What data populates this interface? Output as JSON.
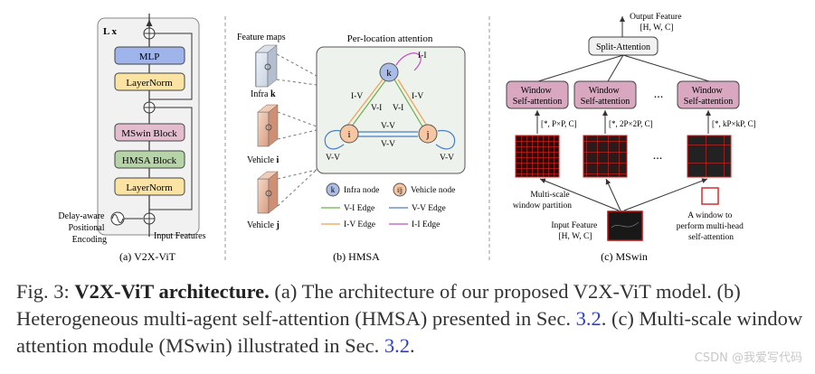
{
  "panel_a": {
    "repeat_label": "L x",
    "blocks": [
      "MLP",
      "LayerNorm",
      "MSwin Block",
      "HMSA Block",
      "LayerNorm"
    ],
    "pos_enc_label": [
      "Delay-aware",
      "Positional",
      "Encoding"
    ],
    "input_label": "Input Features",
    "caption": "(a) V2X-ViT"
  },
  "panel_b": {
    "feature_maps_label": "Feature maps",
    "infra_label": "Infra",
    "infra_var": "k",
    "vehicle_label": "Vehicle",
    "vehicle_i_var": "i",
    "vehicle_j_var": "j",
    "attention_title": "Per-location attention",
    "node_k": "k",
    "node_i": "i",
    "node_j": "j",
    "edge_ii": "I-I",
    "edge_iv_left": "I-V",
    "edge_iv_right": "I-V",
    "edge_vi_left": "V-I",
    "edge_vi_right": "V-I",
    "edge_vv_top": "V-V",
    "edge_vv_bottom": "V-V",
    "edge_vv_left": "V-V",
    "edge_vv_right": "V-V",
    "legend": {
      "infra_node_symbol": "k",
      "infra_node": "Infra node",
      "vehicle_node_symbol": "i|j",
      "vehicle_node": "Vehicle node",
      "vi_edge": "V-I Edge",
      "vv_edge": "V-V Edge",
      "iv_edge": "I-V Edge",
      "ii_edge": "I-I Edge"
    },
    "caption": "(b) HMSA",
    "colors": {
      "vi": "#6ab04c",
      "vv": "#4a7fc1",
      "iv": "#f0a050",
      "ii": "#c050c0",
      "infra_node": "#a9bde8",
      "vehicle_node": "#f7c6a3"
    }
  },
  "panel_c": {
    "output_label": [
      "Output Feature",
      "[H, W, C]"
    ],
    "split_attention": "Split-Attention",
    "window_blocks": [
      [
        "Window",
        "Self-attention"
      ],
      [
        "Window",
        "Self-attention"
      ],
      [
        "Window",
        "Self-attention"
      ]
    ],
    "ellipsis": "...",
    "shapes": [
      "[*, P×P, C]",
      "[*, 2P×2P, C]",
      "[*, kP×kP, C]"
    ],
    "multiscale_label": [
      "Multi-scale",
      "window partition"
    ],
    "input_label": [
      "Input Feature",
      "[H, W, C]"
    ],
    "window_note": [
      "A window to",
      "perform multi-head",
      "self-attention"
    ],
    "caption": "(c) MSwin"
  },
  "caption": {
    "fig": "Fig. 3:",
    "title": "V2X-ViT architecture.",
    "text_1": " (a) The architecture of our proposed V2X-ViT model. (b) Heterogeneous multi-agent self-attention (HMSA) presented in Sec.",
    "ref_1": "3.2",
    "text_2": ". (c) Multi-scale window attention module (MSwin) illustrated in Sec.",
    "ref_2": "3.2",
    "text_3": "."
  },
  "watermark": "CSDN @我爱写代码"
}
